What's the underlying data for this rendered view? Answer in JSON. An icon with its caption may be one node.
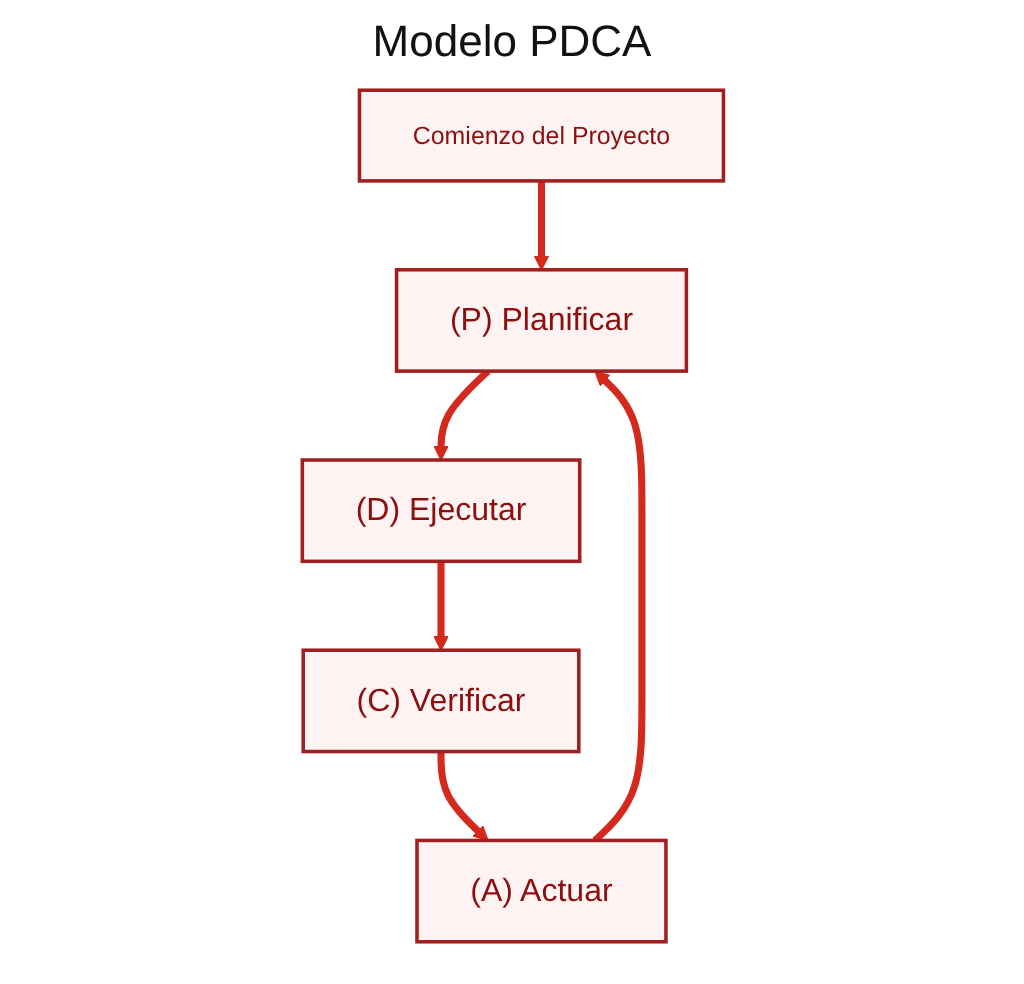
{
  "diagram": {
    "title": "Modelo PDCA",
    "nodes": [
      {
        "text": [
          "Comienzo del Proyecto"
        ]
      },
      {
        "text": [
          "(P) Planificar"
        ]
      },
      {
        "text": [
          "(D) Ejecutar"
        ]
      },
      {
        "text": [
          "(C) Verificar"
        ]
      },
      {
        "text": [
          "(A) Actuar"
        ]
      }
    ],
    "edges": [
      {
        "from": 0,
        "to": 1,
        "arrow": "to"
      },
      {
        "from": 1,
        "to": 2,
        "arrow": "to"
      },
      {
        "from": 2,
        "to": 3,
        "arrow": "to"
      },
      {
        "from": 3,
        "to": 4,
        "arrow": "to"
      },
      {
        "from": 4,
        "to": 1,
        "arrow": "to"
      }
    ]
  }
}
